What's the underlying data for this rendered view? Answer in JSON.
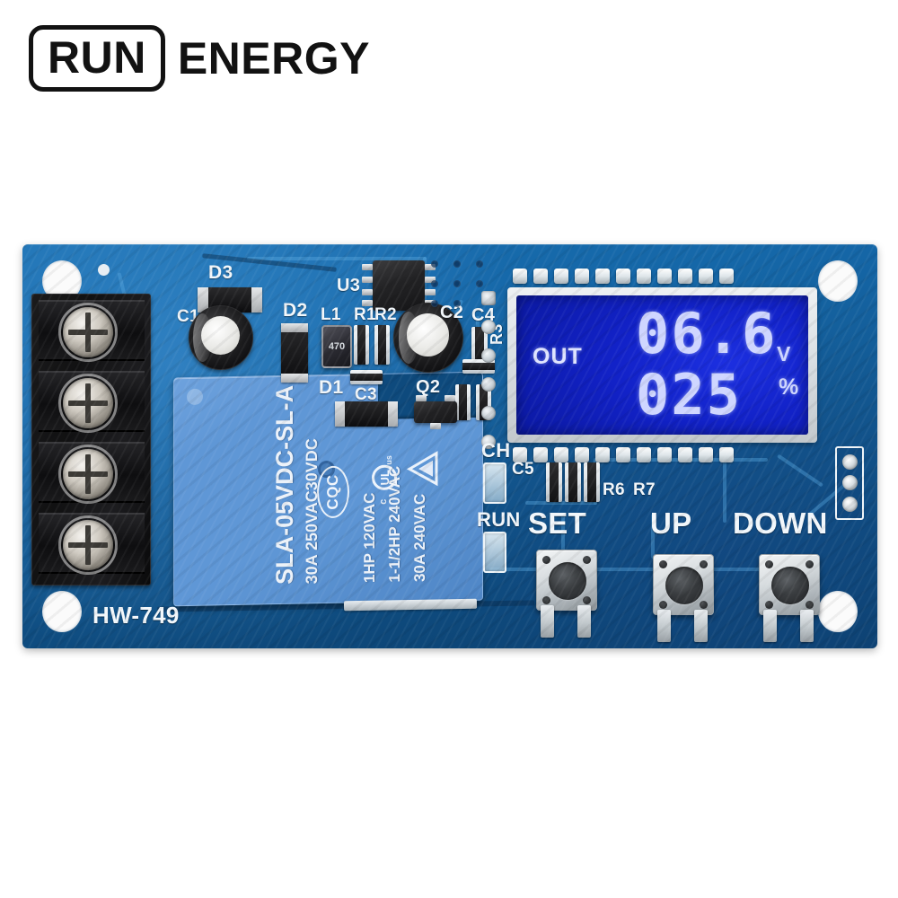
{
  "brand": {
    "mark": "RUN",
    "name": "ENERGY"
  },
  "board": {
    "model": "HW-749",
    "relay": {
      "part": "SLA-05VDC-SL-A",
      "rating_main": "30A  250VAC30VDC",
      "cert_cqc": "CQC",
      "cert_ul": "UL",
      "ul_sub": "us",
      "ul_prefix": "c",
      "rating_1": "1HP 120VAC",
      "rating_2": "1-1/2HP 240VAC",
      "rating_3": "30A 240VAC"
    },
    "silkscreen": {
      "d3": "D3",
      "d2": "D2",
      "d1": "D1",
      "c1": "C1",
      "c2": "C2",
      "c3": "C3",
      "c4": "C4",
      "c5": "C5",
      "u3": "U3",
      "l1": "L1",
      "r1": "R1",
      "r2": "R2",
      "r3": "R3",
      "r6": "R6",
      "r7": "R7",
      "q2": "Q2",
      "ch": "CH",
      "run": "RUN"
    },
    "buttons": [
      {
        "label": "SET"
      },
      {
        "label": "UP"
      },
      {
        "label": "DOWN"
      }
    ]
  },
  "lcd": {
    "mode_label": "OUT",
    "line1_value": "06.6",
    "line1_unit": "V",
    "line2_value": "025",
    "line2_unit": "%"
  },
  "colors": {
    "pcb_blue": "#12578f",
    "lcd_blue": "#1222c8",
    "lcd_text": "#cfd6ff",
    "relay_blue": "#5f97d6",
    "silk_white": "#f2f7fb",
    "logo_black": "#121212",
    "background": "#ffffff"
  }
}
